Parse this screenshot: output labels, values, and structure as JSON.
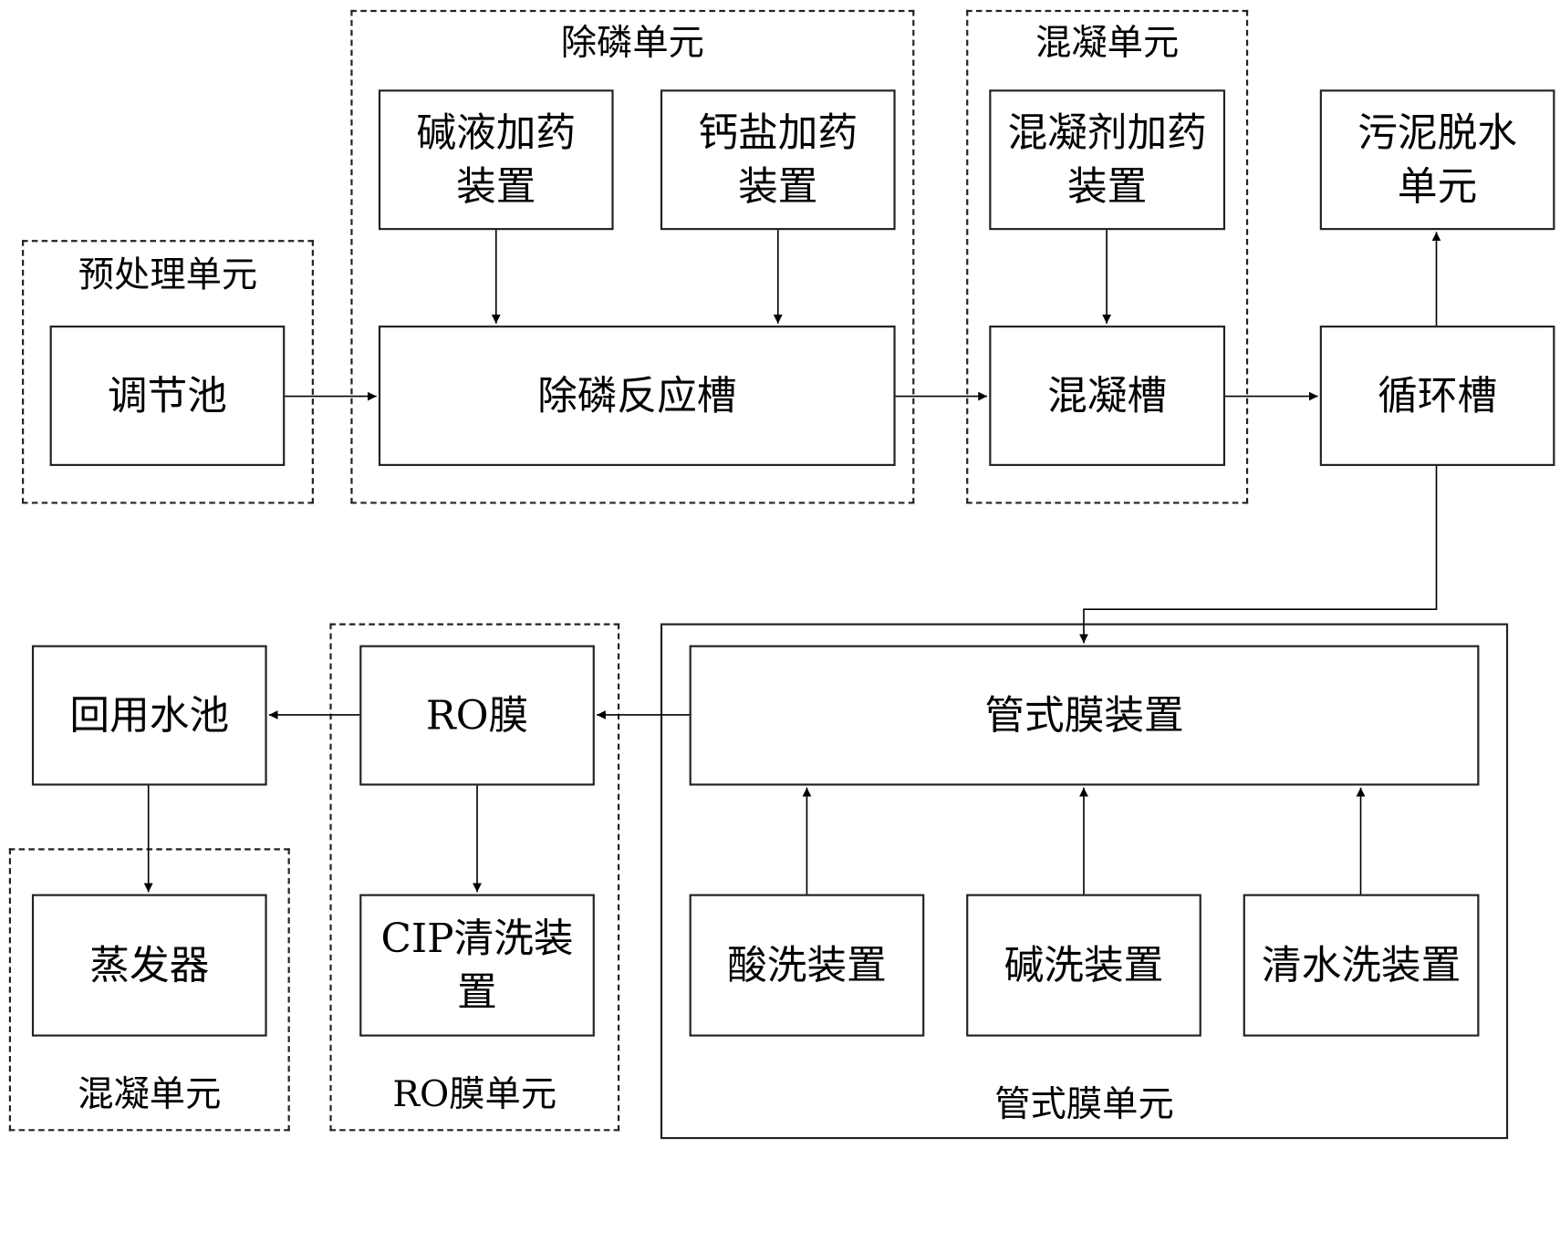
{
  "groups": {
    "pretreat": "预处理单元",
    "phos": "除磷单元",
    "coag_top": "混凝单元",
    "tubular": "管式膜单元",
    "ro": "RO膜单元",
    "coag_bottom": "混凝单元"
  },
  "boxes": {
    "regulating_tank": "调节池",
    "alkali_dosing": "碱液加药装置",
    "calcium_dosing": "钙盐加药装置",
    "phos_reactor": "除磷反应槽",
    "coagulant_dosing": "混凝剂加药装置",
    "coag_tank": "混凝槽",
    "sludge_dewatering": "污泥脱水单元",
    "circulation_tank": "循环槽",
    "tubular_membrane": "管式膜装置",
    "acid_wash": "酸洗装置",
    "alkali_wash": "碱洗装置",
    "water_wash": "清水洗装置",
    "ro_membrane": "RO膜",
    "cip_cleaning": "CIP清洗装置",
    "reuse_pool": "回用水池",
    "evaporator": "蒸发器"
  }
}
